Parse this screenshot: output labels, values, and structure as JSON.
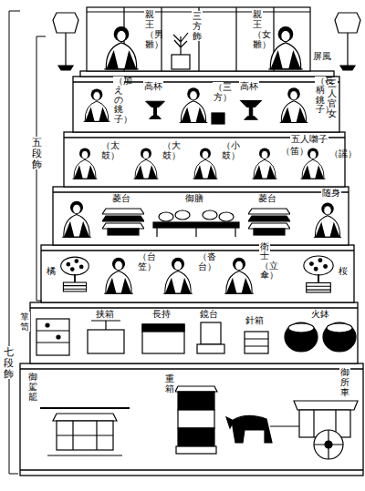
{
  "diagram": {
    "labels": [
      "屏風",
      "親王（男雛）",
      "三方飾",
      "親王（女雛）",
      "三人官女",
      "（長柄銚子）",
      "（加えの銚子）",
      "高杯",
      "（三方）",
      "高杯",
      "五人囃子",
      "（太鼓）",
      "（大鼓）",
      "（小鼓）",
      "（笛）",
      "（謡）",
      "随身",
      "菱台",
      "御膳",
      "菱台",
      "橘",
      "（台笠）",
      "（沓台）",
      "衛士（立傘）",
      "桜",
      "箪笥",
      "挟箱",
      "長持",
      "鏡台",
      "針箱",
      "火鉢",
      "御駕籠",
      "重箱",
      "御所車",
      "五段飾",
      "七段飾"
    ]
  }
}
